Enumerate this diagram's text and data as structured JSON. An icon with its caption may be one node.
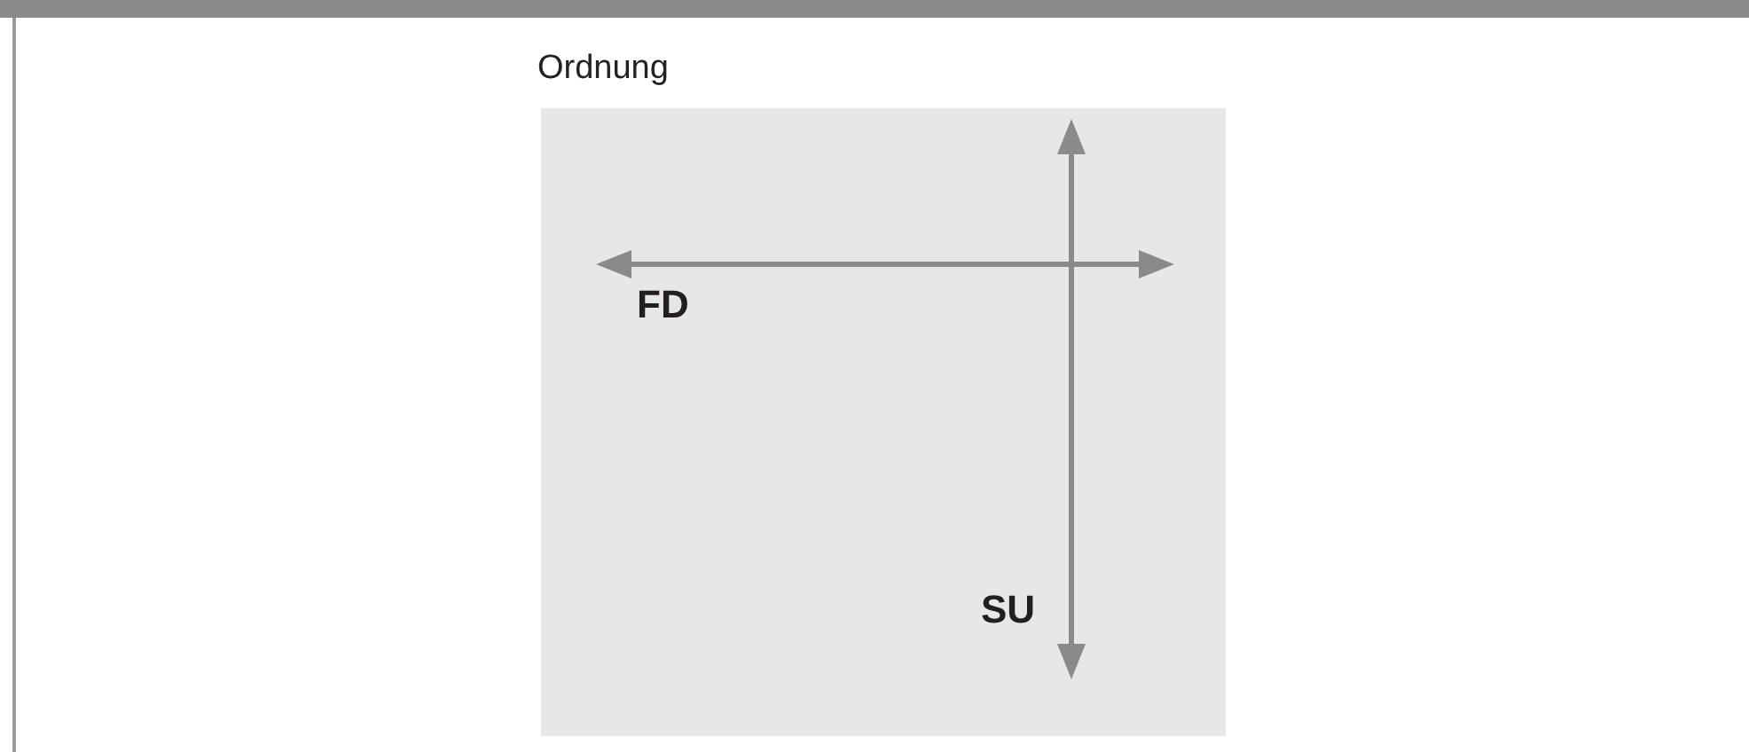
{
  "diagram": {
    "nodes": [
      {
        "text": [
          "Ordnung"
        ]
      }
    ],
    "labels": [
      "FD",
      "SU"
    ]
  }
}
